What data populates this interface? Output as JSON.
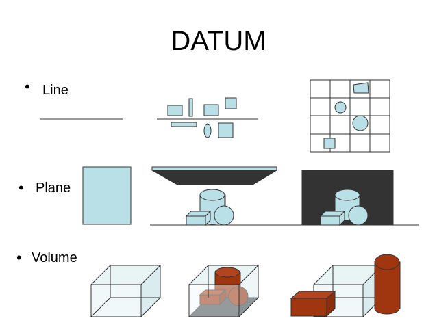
{
  "slide": {
    "title": "DATUM",
    "bullets": [
      {
        "label": "Line"
      },
      {
        "label": "Plane"
      },
      {
        "label": "Volume"
      }
    ]
  },
  "colors": {
    "light_blue": "#b9e0e6",
    "dark_gray": "#333333",
    "brown_red": "#a0360f",
    "glass": "#e9f4f5",
    "outline": "#333333"
  }
}
